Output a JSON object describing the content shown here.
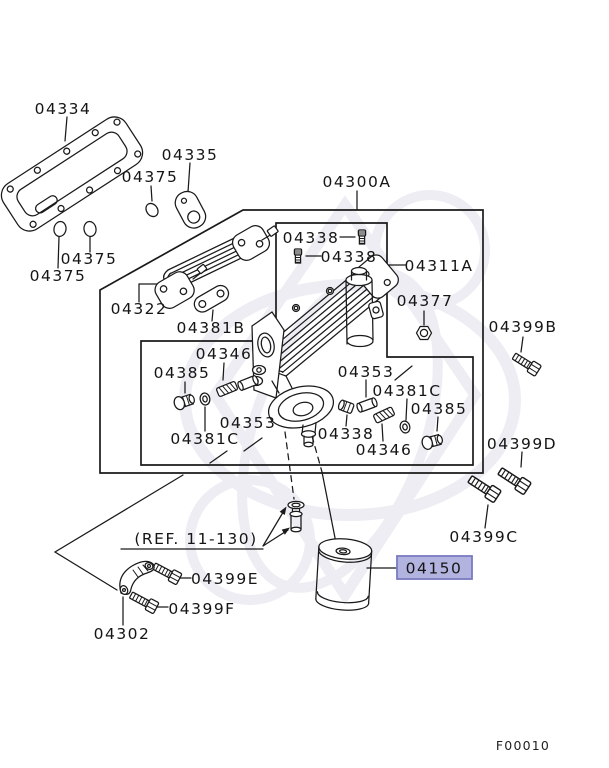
{
  "diagram": {
    "figure_code": "F00010",
    "highlight": {
      "part_number": "04150",
      "fill": "#b3b3e0",
      "border": "#7a7ac2"
    },
    "labels": {
      "c04334": "04334",
      "c04335": "04335",
      "c04375_1": "04375",
      "c04375_2": "04375",
      "c04375_3": "04375",
      "c04300A": "04300A",
      "c04338_1": "04338",
      "c04338_2": "04338",
      "c04311A": "04311A",
      "c04322": "04322",
      "c04381B": "04381B",
      "c04377": "04377",
      "c04399B": "04399B",
      "c04346_1": "04346",
      "c04385_1": "04385",
      "c04353_1": "04353",
      "c04381C_1": "04381C",
      "c04353_2": "04353",
      "c04381C_2": "04381C",
      "c04385_2": "04385",
      "c04338_3": "04338",
      "c04346_2": "04346",
      "c04399D": "04399D",
      "c04399C": "04399C",
      "ref_note": "(REF. 11-130)",
      "c04399E": "04399E",
      "c04399F": "04399F",
      "c04302": "04302",
      "c04150": "04150"
    }
  }
}
